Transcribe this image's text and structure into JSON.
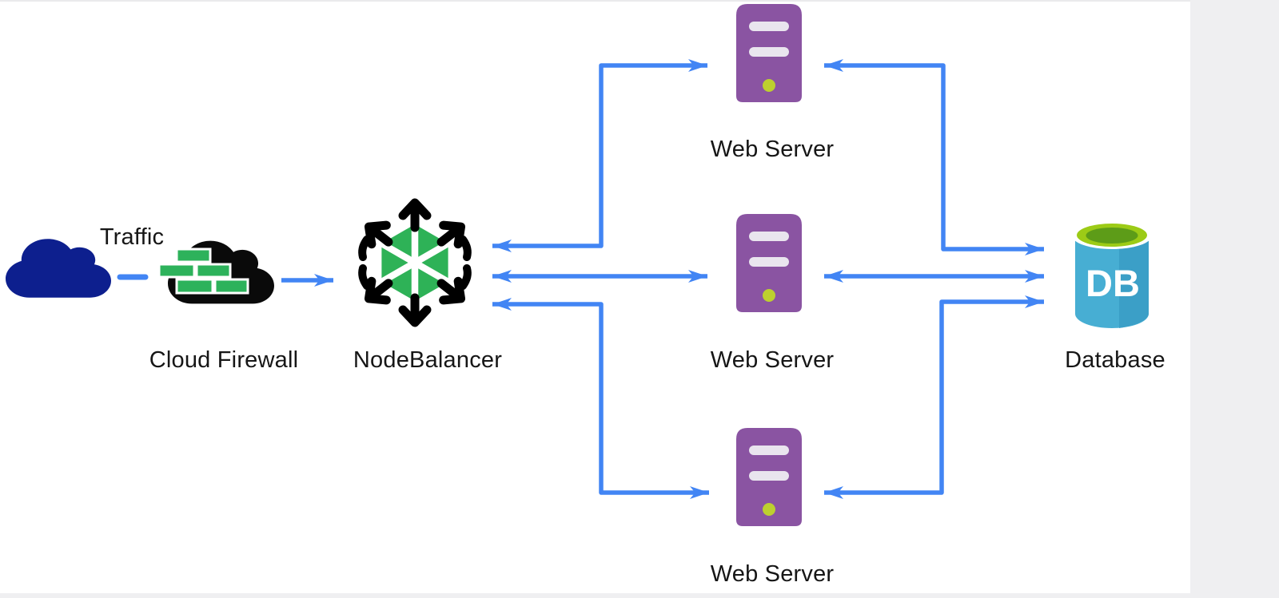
{
  "diagram": {
    "nodes": {
      "traffic": {
        "label": "Traffic",
        "icon": "cloud-icon"
      },
      "firewall": {
        "label": "Cloud Firewall",
        "icon": "firewall-brick-cloud-icon"
      },
      "nodebalancer": {
        "label": "NodeBalancer",
        "icon": "nodebalancer-hexagon-icon"
      },
      "web1": {
        "label": "Web Server",
        "icon": "server-tower-icon"
      },
      "web2": {
        "label": "Web Server",
        "icon": "server-tower-icon"
      },
      "web3": {
        "label": "Web Server",
        "icon": "server-tower-icon"
      },
      "database": {
        "label": "Database",
        "icon": "database-cylinder-icon",
        "badge": "DB"
      }
    },
    "edges": [
      {
        "from": "Traffic",
        "to": "Cloud Firewall",
        "type": "dashed-link"
      },
      {
        "from": "Cloud Firewall",
        "to": "NodeBalancer",
        "type": "arrow"
      },
      {
        "from": "NodeBalancer",
        "to": "Web Server 1",
        "type": "bidirectional-arrow"
      },
      {
        "from": "NodeBalancer",
        "to": "Web Server 2",
        "type": "bidirectional-arrow"
      },
      {
        "from": "NodeBalancer",
        "to": "Web Server 3",
        "type": "bidirectional-arrow"
      },
      {
        "from": "Web Server 1",
        "to": "Database",
        "type": "bidirectional-arrow"
      },
      {
        "from": "Web Server 2",
        "to": "Database",
        "type": "bidirectional-arrow"
      },
      {
        "from": "Web Server 3",
        "to": "Database",
        "type": "bidirectional-arrow"
      }
    ],
    "colors": {
      "arrow_blue": "#4285f4",
      "traffic_cloud_navy": "#0d1f8e",
      "firewall_black": "#0a0a0a",
      "firewall_brick_green": "#2db25b",
      "balancer_green": "#2eb257",
      "balancer_black": "#000000",
      "server_purple": "#8a54a2",
      "server_slot_gray": "#e9e5ee",
      "server_led_green": "#bdd02f",
      "db_body_teal": "#47aed3",
      "db_body_teal_dark": "#3b9fc7",
      "db_ring_green": "#9ccb16",
      "db_top_green": "#5d9c18",
      "db_text_white": "#ffffff",
      "label_text": "#161616",
      "canvas_white": "#ffffff",
      "page_gray": "#efeff1"
    }
  }
}
